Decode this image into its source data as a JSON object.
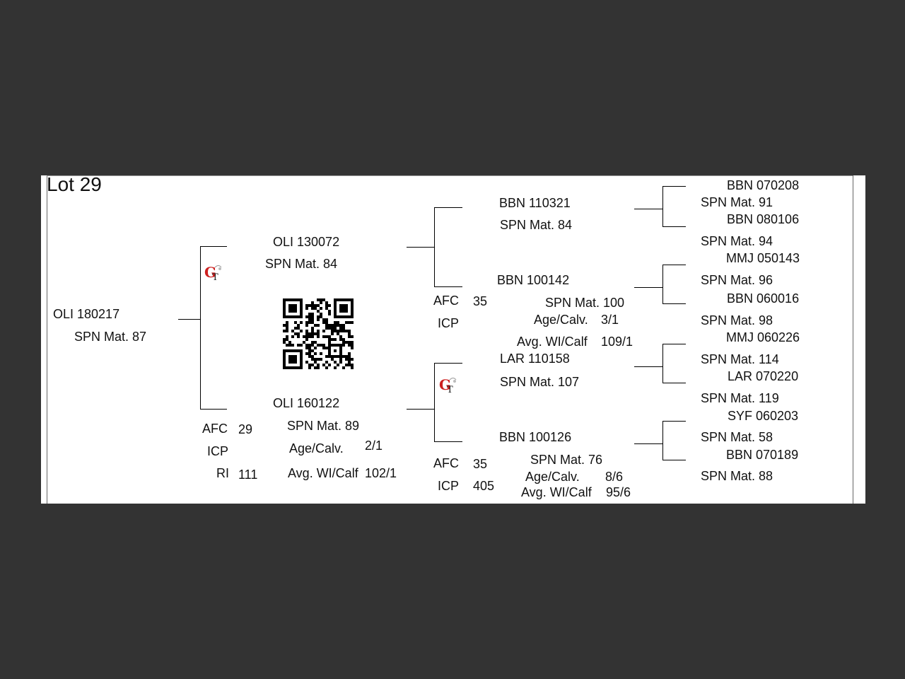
{
  "lot": "Lot 29",
  "subject": {
    "id": "OLI 180217",
    "spn": "SPN Mat. 87"
  },
  "sire": {
    "id": "OLI 130072",
    "spn": "SPN Mat. 84",
    "sire": {
      "id": "BBN 110321",
      "spn": "SPN Mat. 84",
      "sire": {
        "id": "BBN 070208",
        "spn": "SPN Mat. 91"
      },
      "dam": {
        "id": "BBN 080106",
        "spn": "SPN Mat. 94"
      }
    },
    "dam": {
      "id": "BBN 100142",
      "spn": "SPN Mat. 100",
      "afc_label": "AFC",
      "afc": "35",
      "icp_label": "ICP",
      "age_calv_label": "Age/Calv.",
      "age_calv": "3/1",
      "avg_wi_label": "Avg. WI/Calf",
      "avg_wi": "109/1",
      "sire": {
        "id": "MMJ 050143",
        "spn": "SPN Mat. 96"
      },
      "dam": {
        "id": "BBN 060016",
        "spn": "SPN Mat. 98"
      }
    }
  },
  "dam": {
    "id": "OLI 160122",
    "spn": "SPN Mat. 89",
    "afc_label": "AFC",
    "afc": "29",
    "icp_label": "ICP",
    "ri_label": "RI",
    "ri": "111",
    "age_calv_label": "Age/Calv.",
    "age_calv": "2/1",
    "avg_wi_label": "Avg. WI/Calf",
    "avg_wi": "102/1",
    "sire": {
      "id": "LAR 110158",
      "spn": "SPN Mat. 107",
      "sire": {
        "id": "MMJ 060226",
        "spn": "SPN Mat. 114"
      },
      "dam": {
        "id": "LAR 070220",
        "spn": "SPN Mat. 119"
      }
    },
    "dam": {
      "id": "BBN 100126",
      "spn": "SPN Mat. 76",
      "afc_label": "AFC",
      "afc": "35",
      "icp_label": "ICP",
      "icp": "405",
      "age_calv_label": "Age/Calv.",
      "age_calv": "8/6",
      "avg_wi_label": "Avg. WI/Calf",
      "avg_wi": "95/6",
      "sire": {
        "id": "SYF 060203",
        "spn": "SPN Mat. 58"
      },
      "dam": {
        "id": "BBN 070189",
        "spn": "SPN Mat. 88"
      }
    }
  },
  "icons": {
    "logo": "gt-logo-icon",
    "qr": "qr-code-icon"
  }
}
